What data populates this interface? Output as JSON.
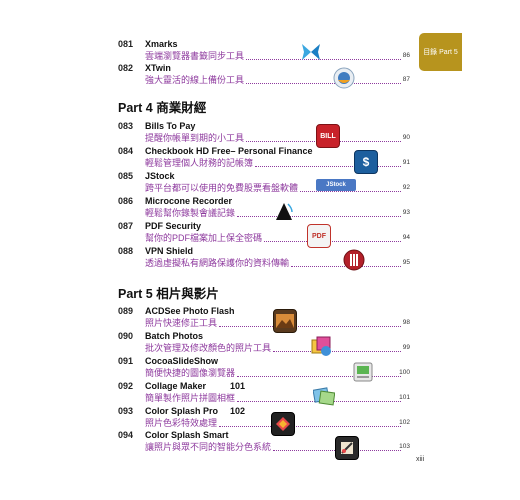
{
  "side_tab": {
    "label": "目錄 Part 5"
  },
  "footer": {
    "page_number": "xiii"
  },
  "sections": {
    "part4": "Part 4 商業財經",
    "part5": "Part 5 相片與影片"
  },
  "entries": [
    {
      "num": "081",
      "title": "Xmarks",
      "subtitle": "雲端瀏覽器書籤同步工具",
      "page": "86",
      "icon": "xmarks-butterfly-icon"
    },
    {
      "num": "082",
      "title": "XTwin",
      "subtitle": "強大靈活的線上備份工具",
      "page": "87",
      "icon": "xtwin-globe-icon"
    },
    {
      "num": "083",
      "title": "Bills To Pay",
      "subtitle": "提醒你帳單到期的小工具",
      "page": "90",
      "icon": "bill-stamp-icon",
      "icon_text": "BILL"
    },
    {
      "num": "084",
      "title": "Checkbook HD Free– Personal Finance",
      "subtitle": "輕鬆管理個人財務的記帳簿",
      "page": "91",
      "icon": "checkbook-dollar-icon",
      "icon_text": "$"
    },
    {
      "num": "085",
      "title": "JStock",
      "subtitle": "跨平台都可以使用的免費股票看盤軟體",
      "page": "92",
      "icon": "jstock-logo-icon",
      "icon_text": "JStock"
    },
    {
      "num": "086",
      "title": "Microcone Recorder",
      "subtitle": "輕鬆幫你錄製會議記錄",
      "page": "93",
      "icon": "microcone-icon"
    },
    {
      "num": "087",
      "title": "PDF Security",
      "subtitle": "幫你的PDF檔案加上保全密碼",
      "page": "94",
      "icon": "pdf-lock-icon",
      "icon_text": "PDF"
    },
    {
      "num": "088",
      "title": "VPN Shield",
      "subtitle": "透過虛擬私有網路保護你的資料傳輸",
      "page": "95",
      "icon": "vpn-shield-icon"
    },
    {
      "num": "089",
      "title": "ACDSee Photo Flash",
      "subtitle": "照片快速修正工具",
      "page": "98",
      "icon": "acdsee-photo-icon"
    },
    {
      "num": "090",
      "title": "Batch Photos",
      "subtitle": "批次管理及修改顏色的照片工具",
      "page": "99",
      "icon": "batch-photos-icon"
    },
    {
      "num": "091",
      "title": "CocoaSlideShow",
      "subtitle": "簡便快捷的圖像瀏覽器",
      "page": "100",
      "icon": "slideshow-icon"
    },
    {
      "num": "092",
      "title": "Collage Maker",
      "extra": "101",
      "subtitle": "簡單製作照片拼圖相框",
      "page": "101",
      "icon": "collage-icon"
    },
    {
      "num": "093",
      "title": "Color Splash Pro",
      "extra": "102",
      "subtitle": "照片色彩特效處理",
      "page": "102",
      "icon": "color-splash-icon"
    },
    {
      "num": "094",
      "title": "Color Splash Smart",
      "subtitle": "讓照片與眾不同的智能分色系統",
      "page": "103",
      "icon": "color-splash-smart-icon"
    }
  ]
}
